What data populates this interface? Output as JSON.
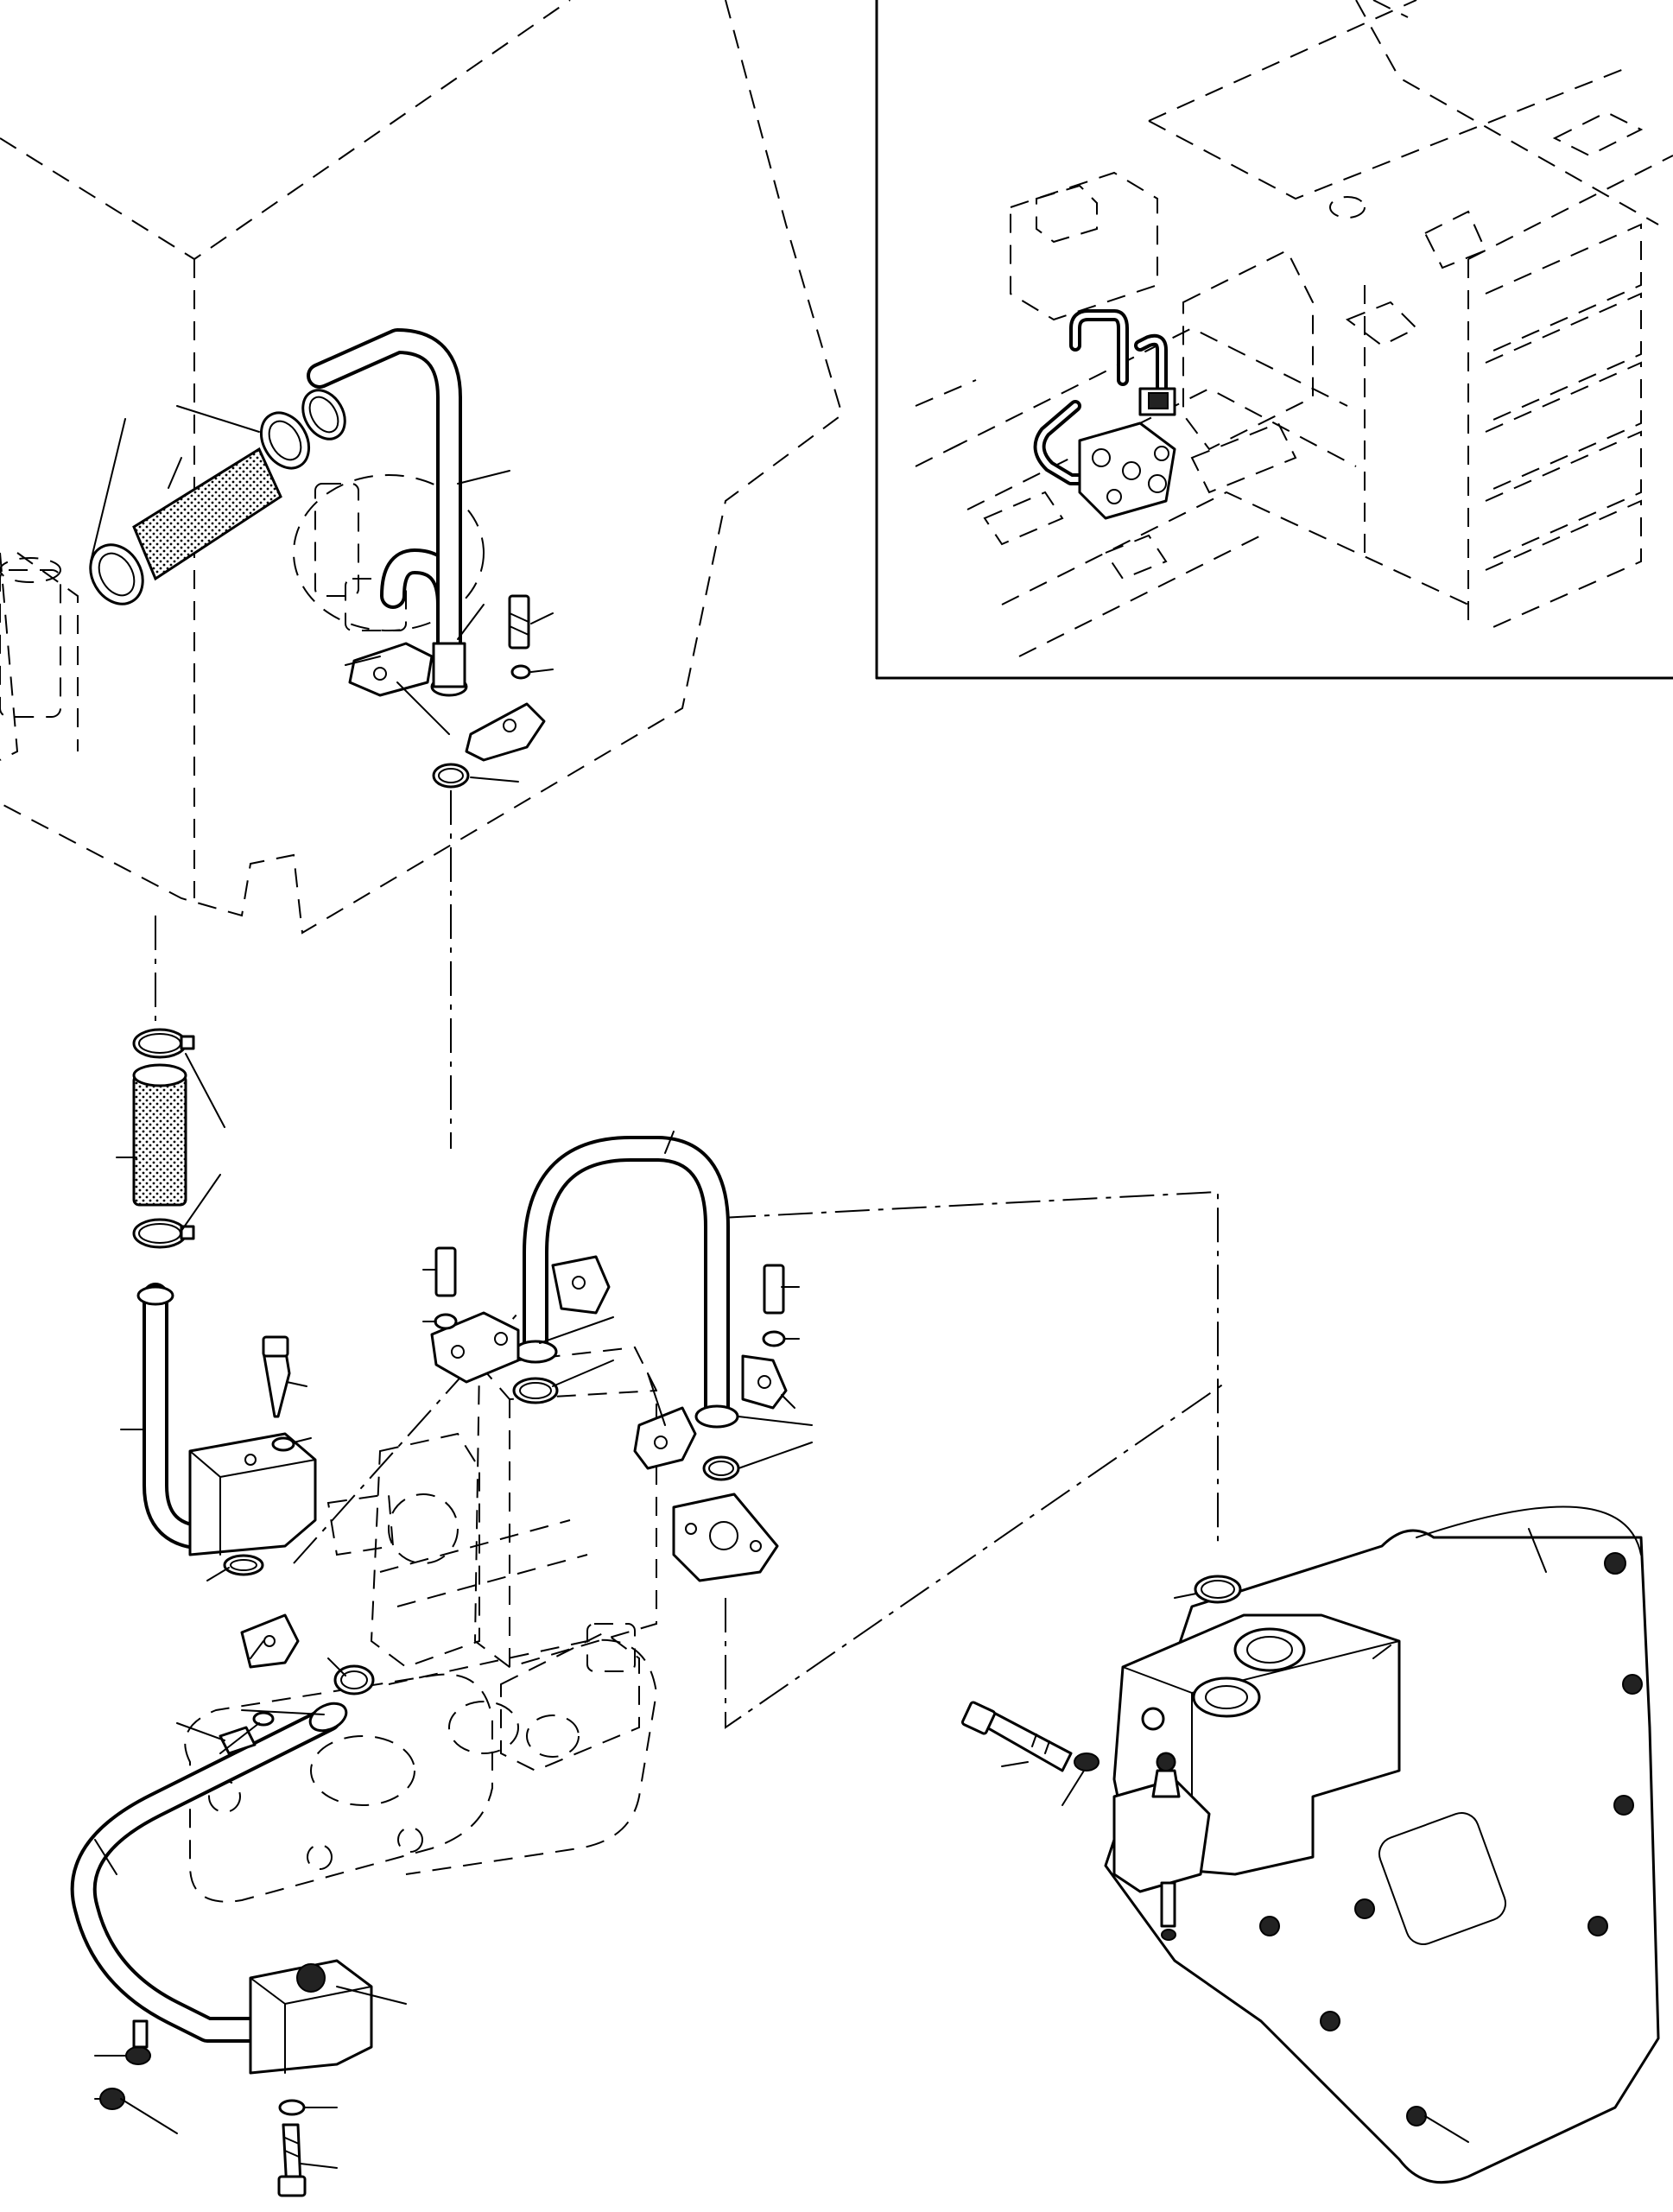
{
  "figure": {
    "kind": "exploded parts diagram",
    "callouts": 36,
    "callout_labels_printed": false
  },
  "colors": {
    "line": "#000000",
    "background": "#ffffff"
  },
  "inset": {
    "present": true,
    "position": "top-right"
  }
}
